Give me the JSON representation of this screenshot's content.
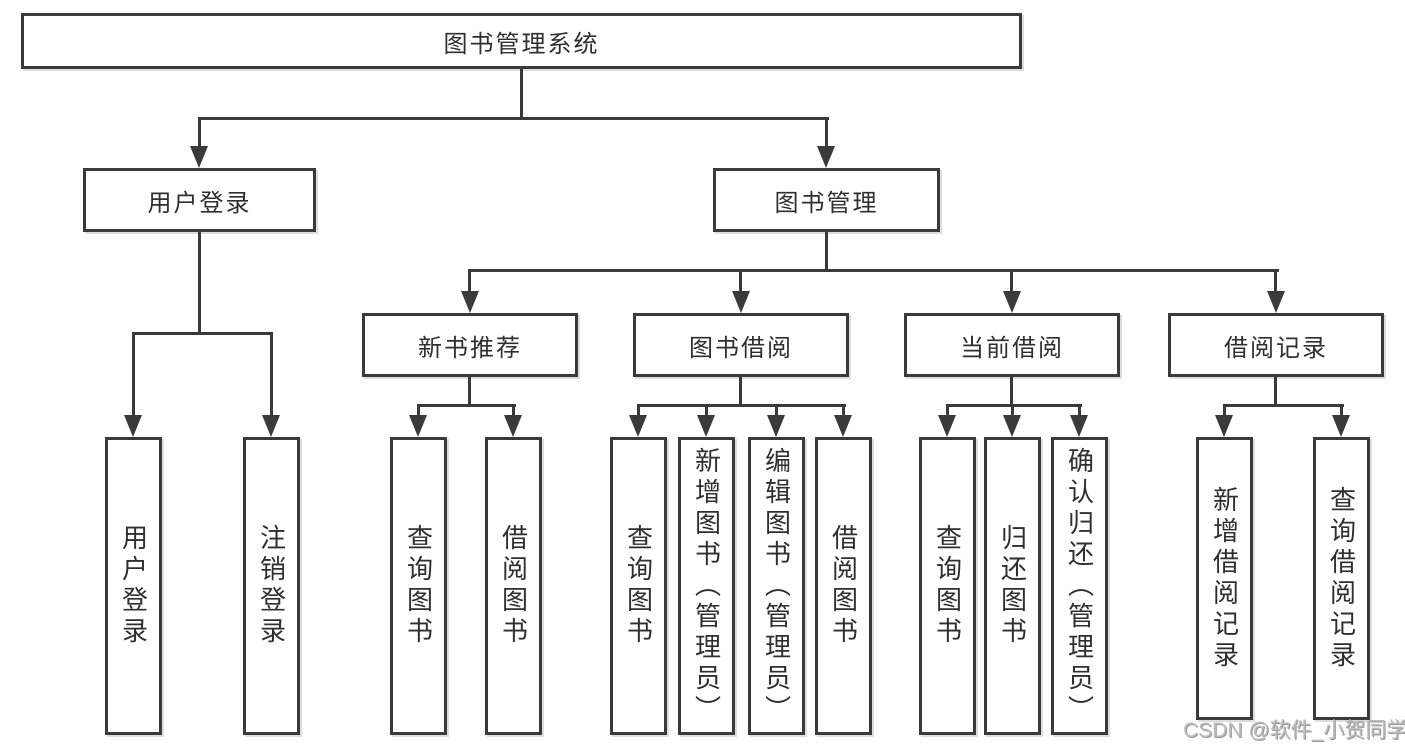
{
  "diagram": {
    "type": "hierarchy-tree",
    "root": "图书管理系统",
    "branches": [
      {
        "label": "用户登录",
        "leaves": [
          "用户登录",
          "注销登录"
        ]
      },
      {
        "label": "图书管理",
        "groups": [
          {
            "label": "新书推荐",
            "leaves": [
              "查询图书",
              "借阅图书"
            ]
          },
          {
            "label": "图书借阅",
            "leaves": [
              "查询图书",
              "新增图书（管理员）",
              "编辑图书（管理员）",
              "借阅图书"
            ]
          },
          {
            "label": "当前借阅",
            "leaves": [
              "查询图书",
              "归还图书",
              "确认归还（管理员）"
            ]
          },
          {
            "label": "借阅记录",
            "leaves": [
              "新增借阅记录",
              "查询借阅记录"
            ]
          }
        ]
      }
    ]
  },
  "watermark": "CSDN @软件_小贺同学",
  "colors": {
    "line": "#3a3a3a",
    "box_border": "#3a3a3a",
    "text": "#2f2f2f",
    "watermark": "#bdbdbd",
    "background": "#ffffff"
  }
}
